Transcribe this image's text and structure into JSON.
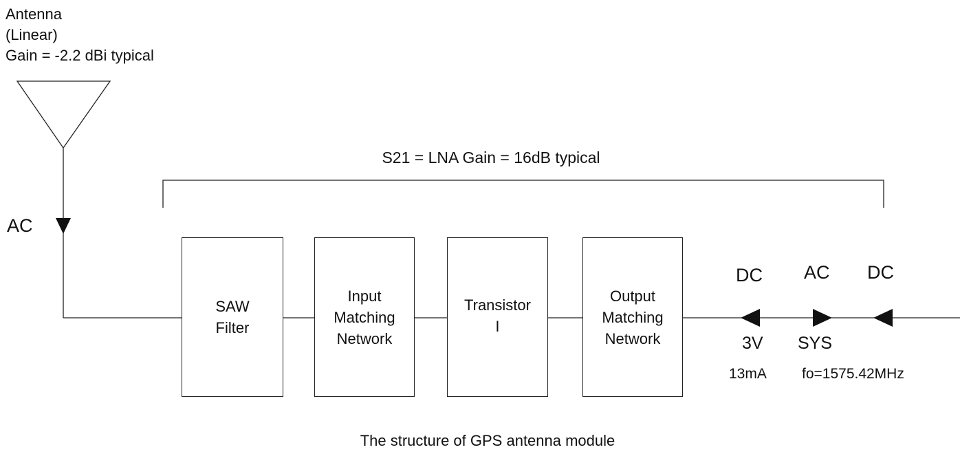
{
  "antenna": {
    "line1": "Antenna",
    "line2": "(Linear)",
    "line3": "Gain = -2.2 dBi typical",
    "signal_label": "AC"
  },
  "lna_gain_label": "S21 = LNA Gain =  16dB typical",
  "blocks": [
    {
      "label": "SAW\nFilter"
    },
    {
      "label": "Input\nMatching\nNetwork"
    },
    {
      "label": "Transistor\nI"
    },
    {
      "label": "Output\nMatching\nNetwork"
    }
  ],
  "output_side": {
    "dc_left": "DC",
    "ac": "AC",
    "dc_right": "DC",
    "voltage": "3V",
    "current": "13mA",
    "sys": "SYS",
    "frequency": "fo=1575.42MHz"
  },
  "caption": "The structure of GPS antenna module"
}
